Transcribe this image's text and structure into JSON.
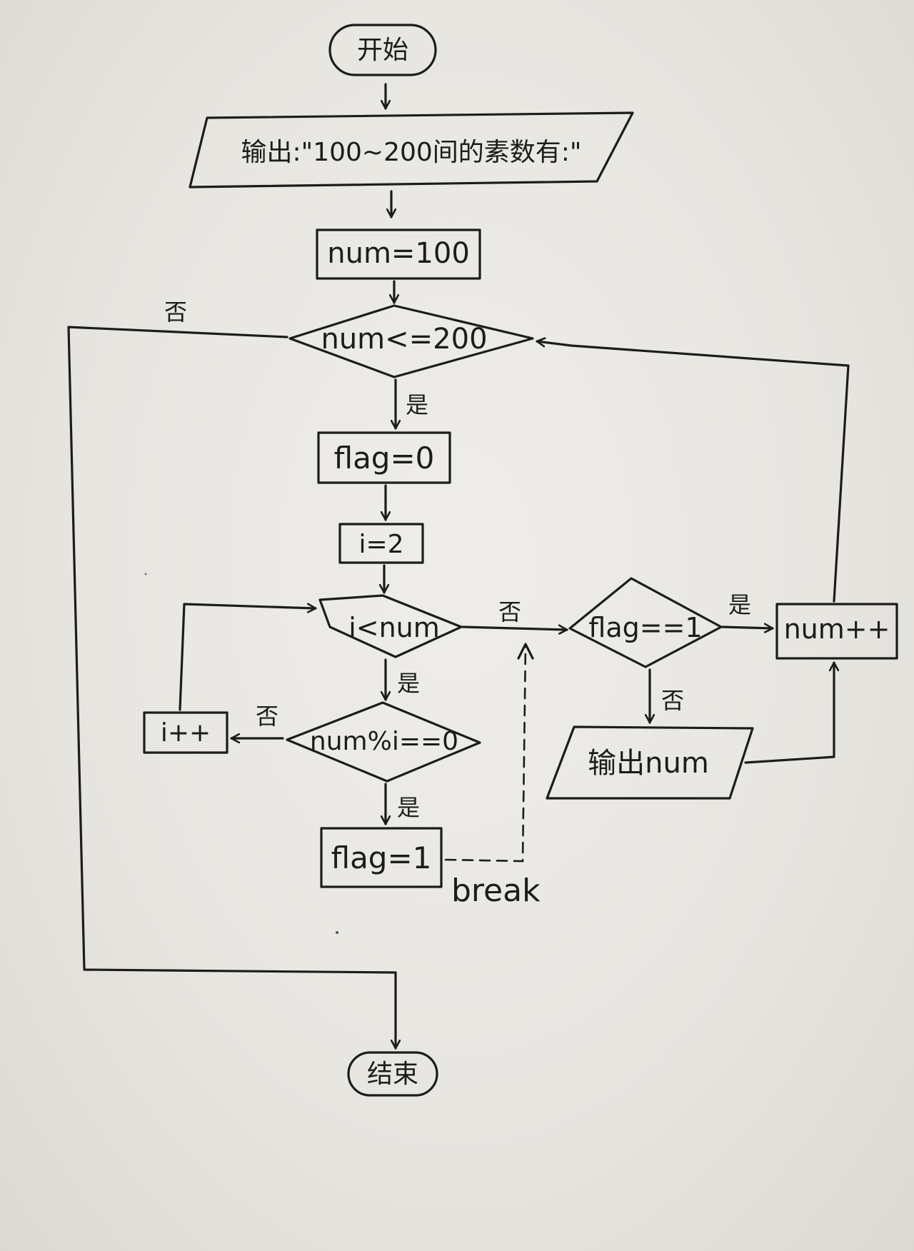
{
  "nodes": {
    "start": "开始",
    "output_intro": "输出:\"100~200间的素数有:\"",
    "init_num": "num=100",
    "cond_num": "num<=200",
    "init_flag": "flag=0",
    "init_i": "i=2",
    "cond_i": "i<num",
    "cond_mod": "num%i==0",
    "inc_i": "i++",
    "set_flag": "flag=1",
    "cond_flag": "flag==1",
    "inc_num": "num++",
    "output_num": "输出num",
    "end": "结束"
  },
  "labels": {
    "yes": "是",
    "no": "否",
    "break": "break"
  }
}
